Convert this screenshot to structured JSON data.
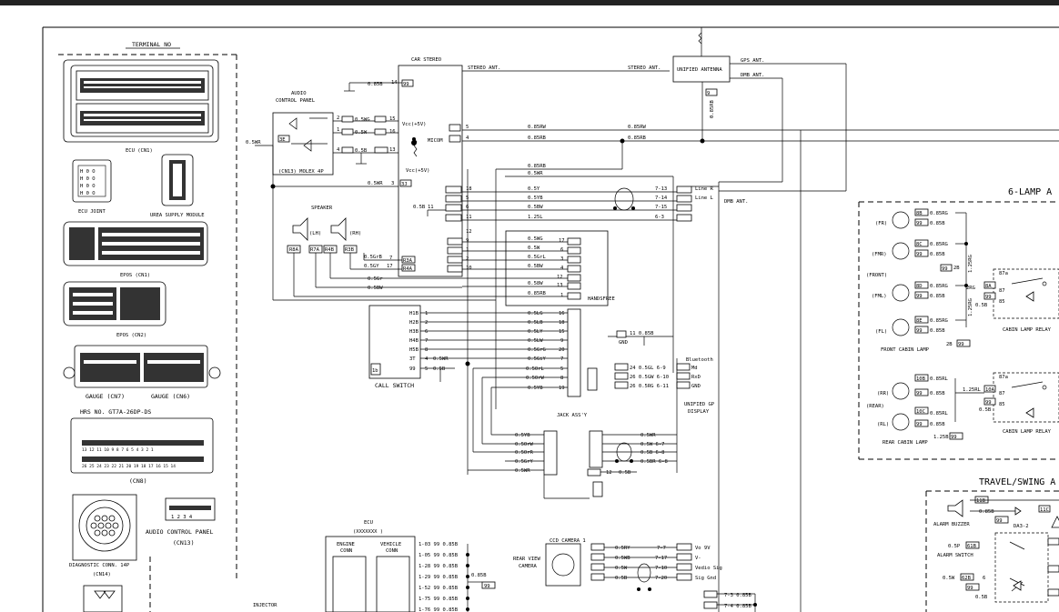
{
  "connectors": {
    "header": "TERMINAL NO",
    "ecu_cn1": "ECU (CN1)",
    "ecu_joint": "ECU JOINT",
    "urea_module": "UREA SUPPLY MODULE",
    "epos_cn1": "EPOS (CN1)",
    "epos_cn2": "EPOS (CN2)",
    "gauge_cn7": "GAUGE (CN7)",
    "gauge_cn6": "GAUGE (CN6)",
    "hrs_no": "HRS NO. GT7A-26DP-DS",
    "cn8": "(CN8)",
    "cn8_top_pins": "13 12 11 10  9  8  7  6  5  4  3      2  1",
    "cn8_bottom_pins": "26 25 24 23 22 21 20 19 18 17 16 15    14",
    "audio_panel": "AUDIO CONTROL PANEL",
    "cn13": "(CN13)",
    "cn13_pins": "1  2  3  4",
    "diag_conn": "DIAGNOSTIC CONN. 14P",
    "cn14": "(CN14)"
  },
  "labels": {
    "car_stereo": "CAR STEREO",
    "audio_control_panel_1": "AUDIO",
    "audio_control_panel_2": "CONTROL PANEL",
    "cn13_molex": "(CN13) MOLEX 4P",
    "stereo_ant": "STEREO ANT.",
    "stereo_ant2": "STEREO ANT.",
    "unified_antenna": "UNIFIED ANTENNA",
    "gps_ant": "GPS ANT.",
    "dmb_ant": "DMB ANT.",
    "dmb_ant2": "DMB ANT.",
    "vcc5v": "Vcc(+5V)",
    "vcc5v2": "Vcc(+5V)",
    "micom": "MICOM",
    "speaker": "SPEAKER",
    "lh": "(LH)",
    "rh": "(RH)",
    "handsfree": "HANDSFREE",
    "call_switch": "CALL SWITCH",
    "jack_assy": "JACK ASS'Y",
    "unified_gp_1": "UNIFIED GP",
    "unified_gp_2": "DISPLAY",
    "bluetooth": "Bluetooth",
    "line_r": "Line R",
    "line_l": "Line L",
    "ecu": "ECU",
    "ecu_code": "(XXXXXXX )",
    "engine_conn_1": "ENGINE",
    "engine_conn_2": "CONN",
    "vehicle_conn_1": "VEHICLE",
    "vehicle_conn_2": "CONN",
    "injector": "INJECTOR",
    "rear_view_1": "REAR VIEW",
    "rear_view_2": "CAMERA",
    "ccd_camera": "CCD CAMERA 1",
    "six_lamp": "6-LAMP A",
    "front_cabin_lamp": "FRONT CABIN LAMP",
    "rear_cabin_lamp": "REAR CABIN LAMP",
    "cabin_lamp_relay_1": "CABIN LAMP RELAY",
    "cabin_lamp_relay_2": "CABIN LAMP RELAY",
    "front": "(FRONT)",
    "rear": "(REAR)",
    "fr": "(FR)",
    "fmr": "(FMR)",
    "fml": "(FML)",
    "fl": "(FL)",
    "rr": "(RR)",
    "rl": "(RL)",
    "travel_swing": "TRAVEL/SWING A",
    "alarm_buzzer": "ALARM BUZZER",
    "alarm_switch": "ALARM SWITCH",
    "da32": "DA3-2",
    "gnd": "GND"
  },
  "wires": {
    "w085b": "0.85B",
    "w05wr": "0.5WR",
    "w05wr2": "0.5WR",
    "w05b": "0.5B",
    "w085rw": "0.85RW",
    "w085rw2": "0.85RW",
    "w085rb": "0.85RB",
    "w085rb2": "0.85RB",
    "w085rb3": "0.85RB",
    "w05wr3": "0.5WR",
    "w05y": "0.5Y",
    "w05yb": "0.5YB",
    "w05bw": "0.5BW",
    "w125l": "1.25L",
    "w05grl": "0.5GrL",
    "w05gy": "0.5GY",
    "w05grb": "0.5GrB",
    "w05gr": "0.5Gr",
    "w05bw2": "0.5BW",
    "w05wg": "0.5WG",
    "w05w": "0.5W",
    "w05grl2": "0.5GrL",
    "w05bw3": "0.5BW",
    "w05grl3": "0.5GrL",
    "w058w": "0.58W",
    "w085rb4": "0.85RB",
    "w05lg": "0.5LG",
    "w05lb": "0.5LB",
    "w05ly": "0.5LY",
    "w05lw": "0.5LW",
    "w05lrg": "0.5GrG",
    "w05giy": "0.5GiY",
    "w05orl": "0.5OrL",
    "w05orw": "0.5OrW",
    "w05yb2": "0.5YB",
    "w05wr4": "0.5WR",
    "w05b2": "0.5B",
    "w05wr5": "0.5WR",
    "w05wr6": "0.5WR",
    "w05wr7": "0.5WR",
    "w05ry": "0.5RY",
    "w05wb": "0.5WB",
    "w05w3": "0.5W",
    "w05b3": "0.5B",
    "w085b2": "0.85B",
    "w085b3": "0.85B",
    "w085rg": "0.85RG",
    "w085b4": "0.85B",
    "w085rl": "0.85RL",
    "w125rl": "1.25RL",
    "w125rg": "1.25RG",
    "w125rg2": "1.25RG",
    "w085rl2": "0.85RL",
    "w125b": "1.25B",
    "w05p": "0.5P",
    "w05w4": "0.5W",
    "w05b4": "0.5B"
  }
}
